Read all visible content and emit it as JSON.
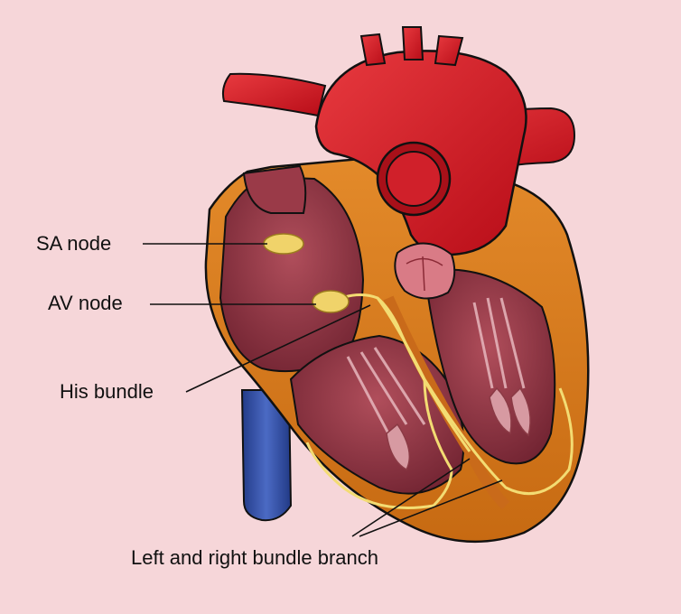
{
  "labels": {
    "sa_node": "SA node",
    "av_node": "AV node",
    "his_bundle": "His bundle",
    "bundle_branch": "Left and right bundle branch"
  },
  "colors": {
    "background": "#f6d6d9",
    "aorta_red": "#d3121e",
    "muscle_orange": "#d97c1c",
    "chamber_maroon": "#8c2f3c",
    "vein_blue": "#2f4ea0",
    "node_yellow": "#f0d36a",
    "conduction_line": "#f3dc73"
  }
}
